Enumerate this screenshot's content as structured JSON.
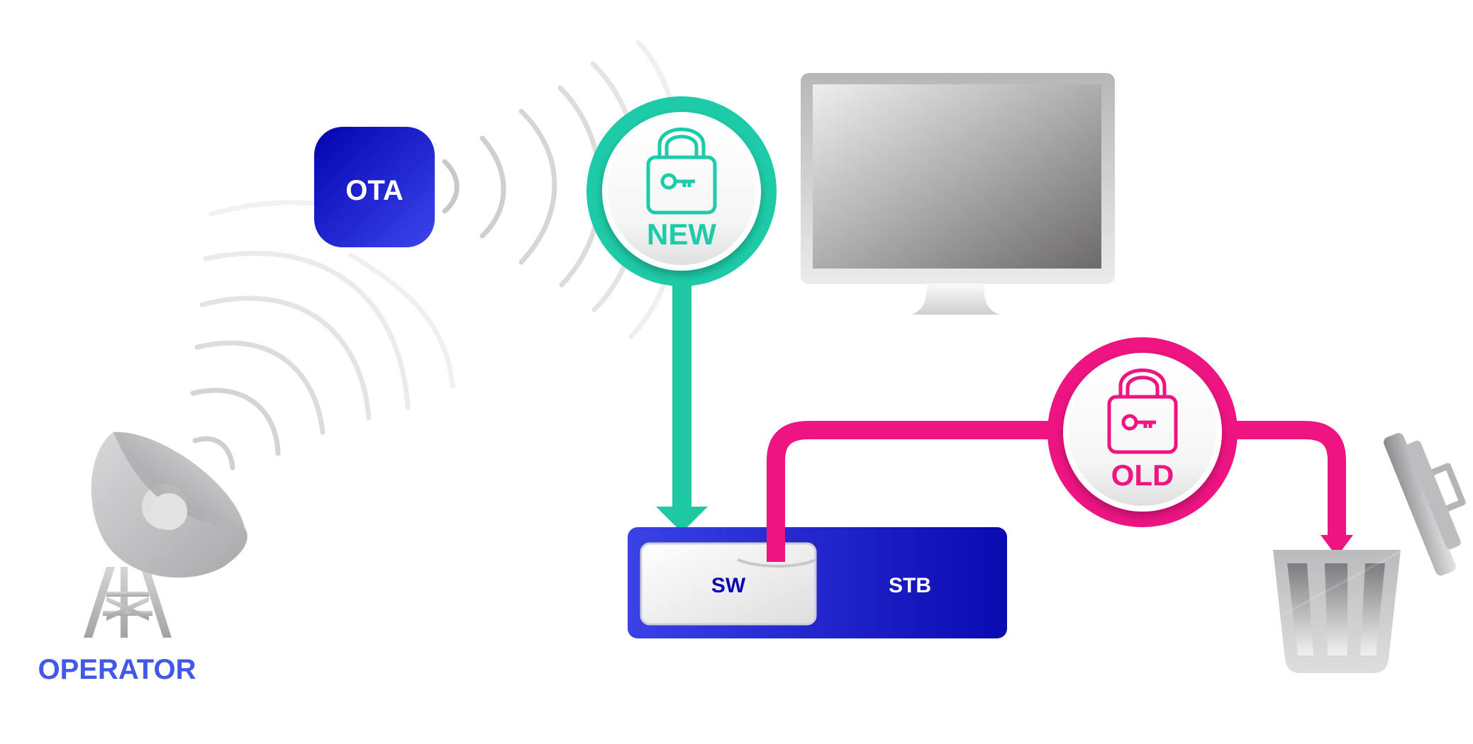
{
  "diagram": {
    "title": "OTA key renewal flow",
    "nodes": {
      "operator": {
        "label": "OPERATOR",
        "icon": "satellite-dish-icon"
      },
      "ota": {
        "label": "OTA"
      },
      "new_key": {
        "label": "NEW",
        "icon": "padlock-key-icon"
      },
      "old_key": {
        "label": "OLD",
        "icon": "padlock-key-icon"
      },
      "tv": {
        "icon": "tv-monitor-icon"
      },
      "stb": {
        "label": "STB"
      },
      "sw": {
        "label": "SW"
      },
      "trash": {
        "icon": "trash-bin-icon"
      }
    },
    "edges": [
      {
        "from": "operator",
        "to": "ota",
        "style": "broadcast-waves"
      },
      {
        "from": "ota",
        "to": "new_key",
        "style": "broadcast-waves"
      },
      {
        "from": "new_key",
        "to": "sw",
        "style": "arrow"
      },
      {
        "from": "sw",
        "to": "old_key",
        "style": "line"
      },
      {
        "from": "old_key",
        "to": "trash",
        "style": "arrow"
      }
    ],
    "colors": {
      "new": "#1ECBA8",
      "old": "#EE0F7D",
      "primary_blue": "#0A0AB5",
      "label_blue": "#4158E8",
      "waves_gray": "#CFCFCF"
    }
  }
}
